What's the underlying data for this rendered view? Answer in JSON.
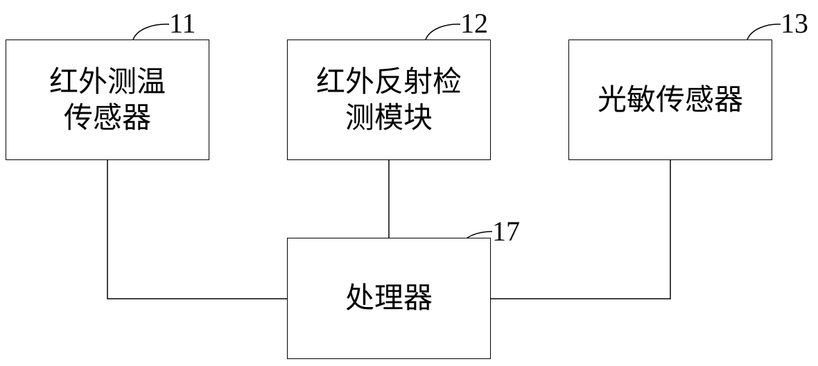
{
  "diagram": {
    "type": "block-diagram",
    "nodes": [
      {
        "id": "11",
        "ref": "11",
        "lines": [
          "红外测温",
          "传感器"
        ]
      },
      {
        "id": "12",
        "ref": "12",
        "lines": [
          "红外反射检",
          "测模块"
        ]
      },
      {
        "id": "13",
        "ref": "13",
        "lines": [
          "光敏传感器"
        ]
      },
      {
        "id": "17",
        "ref": "17",
        "lines": [
          "处理器"
        ]
      }
    ],
    "edges": [
      {
        "from": "11",
        "to": "17"
      },
      {
        "from": "12",
        "to": "17"
      },
      {
        "from": "13",
        "to": "17"
      }
    ]
  }
}
